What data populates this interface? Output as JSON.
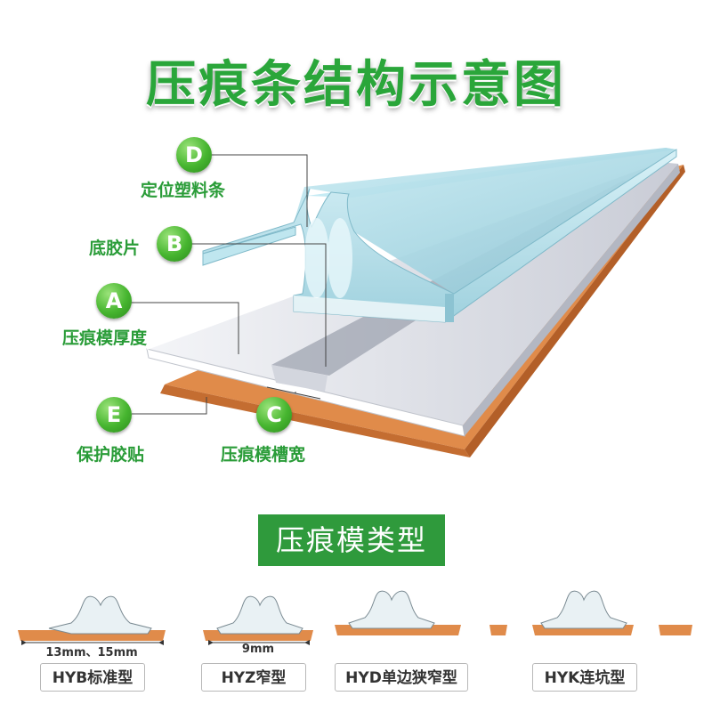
{
  "title": "压痕条结构示意图",
  "parts": {
    "D": {
      "letter": "D",
      "label": "定位塑料条"
    },
    "B": {
      "letter": "B",
      "label": "底胶片"
    },
    "A": {
      "letter": "A",
      "label": "压痕模厚度"
    },
    "E": {
      "letter": "E",
      "label": "保护胶贴"
    },
    "C": {
      "letter": "C",
      "label": "压痕模槽宽"
    }
  },
  "section_title": "压痕模类型",
  "types": [
    {
      "name": "HYB标准型",
      "dimension": "13mm、15mm"
    },
    {
      "name": "HYZ窄型",
      "dimension": "9mm"
    },
    {
      "name": "HYD单边狭窄型",
      "dimension": ""
    },
    {
      "name": "HYK连坑型",
      "dimension": ""
    }
  ],
  "colors": {
    "accent_green": "#2aa63a",
    "tape_orange": "#e08b4a",
    "strip_blue": "#a9d8e4",
    "base_silver": "#dfe2ea"
  }
}
